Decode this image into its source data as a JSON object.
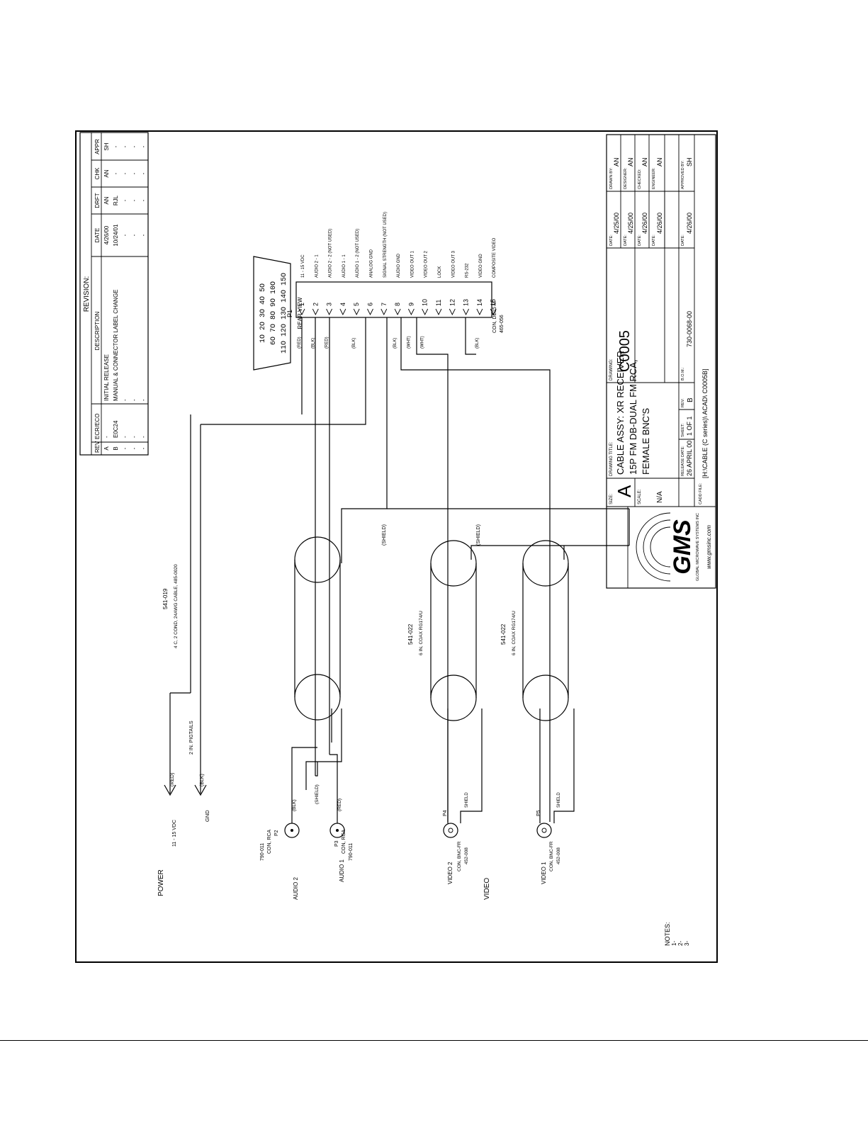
{
  "revision": {
    "title": "REVISION:",
    "headers": {
      "rev": "REV",
      "ecr": "ECR/ECO",
      "desc": "DESCRIPTION",
      "date": "DATE",
      "drft": "DRFT",
      "chk": "CHK",
      "appr": "APPR"
    },
    "rows": [
      {
        "rev": "A",
        "ecr": "-",
        "desc": "INITIAL RELEASE",
        "date": "4/26/00",
        "drft": "AN",
        "chk": "AN",
        "appr": "SH"
      },
      {
        "rev": "B",
        "ecr": "E0C24",
        "desc": "MANUAL & CONNECTOR LABEL CHANGE",
        "date": "10/24/01",
        "drft": "RJL",
        "chk": "-",
        "appr": "-"
      },
      {
        "rev": "-",
        "ecr": "-",
        "desc": "-",
        "date": "-",
        "drft": "-",
        "chk": "-",
        "appr": "-"
      },
      {
        "rev": "-",
        "ecr": "-",
        "desc": "-",
        "date": "-",
        "drft": "-",
        "chk": "-",
        "appr": "-"
      },
      {
        "rev": "-",
        "ecr": "-",
        "desc": "-",
        "date": "-",
        "drft": "-",
        "chk": "-",
        "appr": "-"
      }
    ]
  },
  "db15": {
    "row1": "1O 2O 3O 4O 5O",
    "row2": "6O 7O 8O 9O 10O",
    "row3": "11O 12O 13O 14O 15O",
    "caption": "REAR VIEW",
    "ref": "P1",
    "part": "CON, DB15 M",
    "part2": "465-056"
  },
  "pins": [
    {
      "num": "1",
      "wire": "(RED)",
      "signal": "11 - 15 VDC"
    },
    {
      "num": "2",
      "wire": "(BLK)",
      "signal": "AUDIO 2 - 1"
    },
    {
      "num": "3",
      "wire": "(RED)",
      "signal": "AUDIO 2 - 2 (NOT USED)"
    },
    {
      "num": "4",
      "wire": "",
      "signal": "AUDIO 1 - 1"
    },
    {
      "num": "5",
      "wire": "(BLK)",
      "signal": "AUDIO 1 - 2 (NOT USED)"
    },
    {
      "num": "6",
      "wire": "",
      "signal": "ANALOG GND"
    },
    {
      "num": "7",
      "wire": "",
      "signal": "SIGNAL STRENGTH (NOT USED)"
    },
    {
      "num": "8",
      "wire": "(BLK)",
      "signal": "AUDIO GND"
    },
    {
      "num": "9",
      "wire": "(WHT)",
      "signal": "VIDEO OUT 1"
    },
    {
      "num": "10",
      "wire": "(WHT)",
      "signal": "VIDEO OUT 2"
    },
    {
      "num": "11",
      "wire": "",
      "signal": "LOCK"
    },
    {
      "num": "12",
      "wire": "",
      "signal": "VIDEO OUT 3"
    },
    {
      "num": "13",
      "wire": "",
      "signal": "RS-232"
    },
    {
      "num": "14",
      "wire": "(BLK)",
      "signal": "VIDEO GND"
    },
    {
      "num": "15",
      "wire": "",
      "signal": "COMPOSITE VIDEO"
    }
  ],
  "cables": {
    "power_audio": {
      "part": "541-019",
      "desc": "4 C, 2 COND, 24AWG CABLE, 485-0020"
    },
    "video2": {
      "part": "541-022",
      "desc": "6 IN, COAX RG174/U"
    },
    "video1": {
      "part": "541-022",
      "desc": "6 IN, COAX RG174/U"
    },
    "shield": "(SHIELD)"
  },
  "left": {
    "power": "POWER",
    "vdc": "11 - 15 VDC",
    "gnd": "GND",
    "red": "(RED)",
    "blk": "(BLK)",
    "pigtails": "2 IN. PIGTAILS",
    "audio2": "AUDIO 2",
    "audio1": "AUDIO 1",
    "p2": "P2",
    "p2part": "CON, RCA",
    "p2num": "790-011",
    "p3": "P3",
    "p3part": "CON, RCA",
    "p3num": "790-011",
    "blk2": "(BLK)",
    "shield": "(SHIELD)",
    "red2": "(RED)",
    "video": "VIDEO",
    "video2": "VIDEO 2",
    "video1": "VIDEO 1",
    "p4": "P4",
    "p5": "P5",
    "bncpart": "CON, BNC-FR",
    "bncnum": "452-008",
    "shieldshort": "SHIELD"
  },
  "notes": {
    "title": "NOTES:",
    "items": [
      "1-",
      "2-",
      "3-"
    ]
  },
  "titleblock": {
    "size_label": "SIZE:",
    "size": "A",
    "dtitle_label": "DRAWING TITLE:",
    "line1": "CABLE ASSY: XR RECEIVER",
    "line2": "15P FM DB-DUAL FM RCA,",
    "line3": "FEMALE BNC'S",
    "drawing_label": "DRAWING:",
    "drawing": "C0005",
    "scale_label": "SCALE:",
    "scale": "N/A",
    "release_label": "RELEASE DATE:",
    "release": "26 APRIL 00",
    "sheet_label": "SHEET:",
    "sheet": "1 OF 1",
    "rev_label": "REV:",
    "rev": "B",
    "bom_label": "B.O.M.:",
    "bom": "730-0068-00",
    "cad_label": "CADD FILE:",
    "cad": "[H:\\CABLE (C series)\\ ACAD\\ C0005B]",
    "drawn_label": "DRAWN BY:",
    "drawn": "AN",
    "designer_label": "DESIGNER:",
    "designer": "AN",
    "checked_label": "CHECKED:",
    "checked": "AN",
    "engineer_label": "ENGINEER:",
    "engineer": "AN",
    "approved_label": "APPROVED BY:",
    "approved": "SH",
    "date_label": "DATE:",
    "date1": "4/25/00",
    "date2": "4/25/00",
    "date3": "4/26/00",
    "date4": "4/26/00",
    "date5": "4/26/00",
    "logo": "GMS",
    "logo_sub": "GLOBAL MICROWAVE SYSTEMS INC",
    "url": "www.gmsinc.com"
  }
}
